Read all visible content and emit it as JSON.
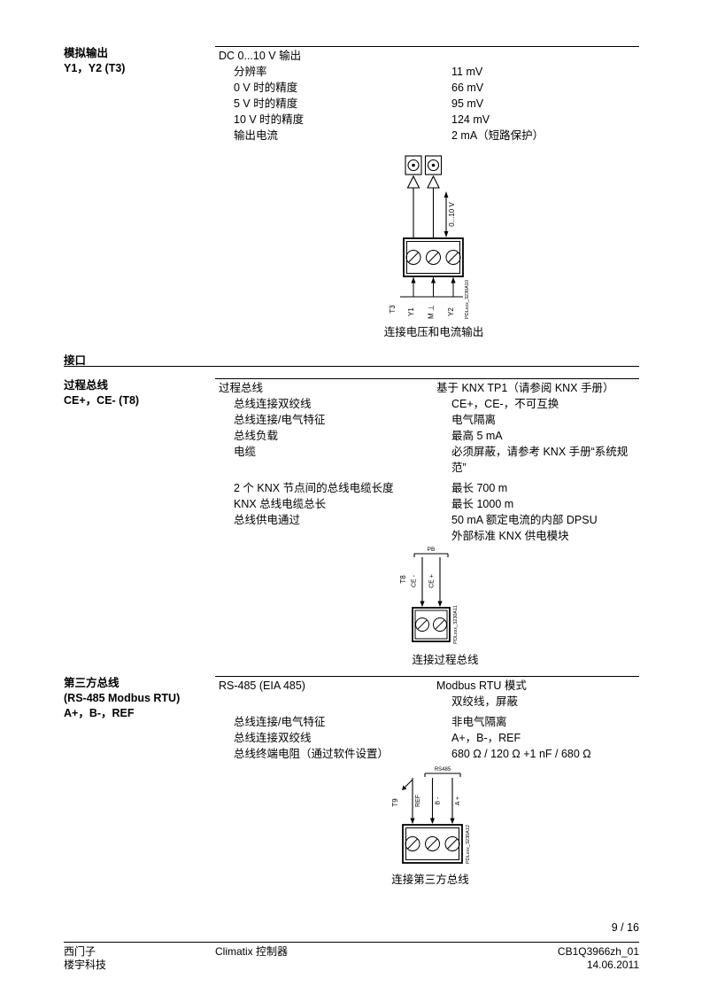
{
  "page_number": "9 / 16",
  "interface": {
    "heading": "接口"
  },
  "analog_output": {
    "heading1": "模拟输出",
    "heading2": "Y1，Y2 (T3)",
    "title": "DC 0...10 V 输出",
    "rows": [
      {
        "label": "分辨率",
        "value": "11 mV"
      },
      {
        "label": "0 V 时的精度",
        "value": "66 mV"
      },
      {
        "label": "5 V 时的精度",
        "value": "95 mV"
      },
      {
        "label": "10 V 时的精度",
        "value": "124 mV"
      },
      {
        "label": "输出电流",
        "value": "2 mA（短路保护）"
      }
    ],
    "diagram": {
      "range": "0...10 V",
      "terminal_block": "T3",
      "wire1": "Y1",
      "wire2": "M ⊥",
      "wire3": "Y2",
      "code": "PDLxxx_3230A10",
      "caption": "连接电压和电流输出"
    }
  },
  "process_bus": {
    "heading1": "过程总线",
    "heading2": "CE+，CE- (T8)",
    "rows": [
      {
        "label": "过程总线",
        "value": "基于 KNX TP1（请参阅 KNX 手册）"
      },
      {
        "label": "总线连接双绞线",
        "value": "CE+，CE-，不可互换"
      },
      {
        "label": "总线连接/电气特征",
        "value": "电气隔离"
      },
      {
        "label": "总线负载",
        "value": "最高 5 mA"
      },
      {
        "label": "电缆",
        "value": "必须屏蔽，请参考 KNX 手册“系统规范”"
      },
      {
        "label": "2 个 KNX 节点间的总线电缆长度",
        "value": "最长 700 m"
      },
      {
        "label": "KNX 总线电缆总长",
        "value": "最长 1000 m"
      },
      {
        "label": "总线供电通过",
        "value": "50 mA 额定电流的内部 DPSU"
      },
      {
        "label": "",
        "value": "外部标准 KNX 供电模块"
      }
    ],
    "diagram": {
      "bus": "PB",
      "terminal_block": "T8",
      "wire1": "CE -",
      "wire2": "CE +",
      "code": "PDLxxx_3230A11",
      "caption": "连接过程总线"
    }
  },
  "third_party_bus": {
    "heading1": "第三方总线",
    "heading2": "(RS-485 Modbus RTU)",
    "heading3": "A+，B-，REF",
    "rows": [
      {
        "label": "RS-485 (EIA 485)",
        "value": "Modbus RTU 模式"
      },
      {
        "label": "",
        "value": "双绞线，屏蔽"
      },
      {
        "label": "总线连接/电气特征",
        "value": "非电气隔离"
      },
      {
        "label": "总线连接双绞线",
        "value": "A+，B-，REF"
      },
      {
        "label": "总线终端电阻（通过软件设置）",
        "value": "680 Ω / 120 Ω +1 nF / 680 Ω"
      }
    ],
    "diagram": {
      "bus": "RS485",
      "terminal_block": "T9",
      "wire1": "REF",
      "wire2": "B -",
      "wire3": "A +",
      "code": "PDLxxx_3230A12",
      "caption": "连接第三方总线"
    }
  },
  "footer": {
    "company_line1": "西门子",
    "company_line2": "楼宇科技",
    "product": "Climatix 控制器",
    "doc_id": "CB1Q3966zh_01",
    "date": "14.06.2011"
  }
}
